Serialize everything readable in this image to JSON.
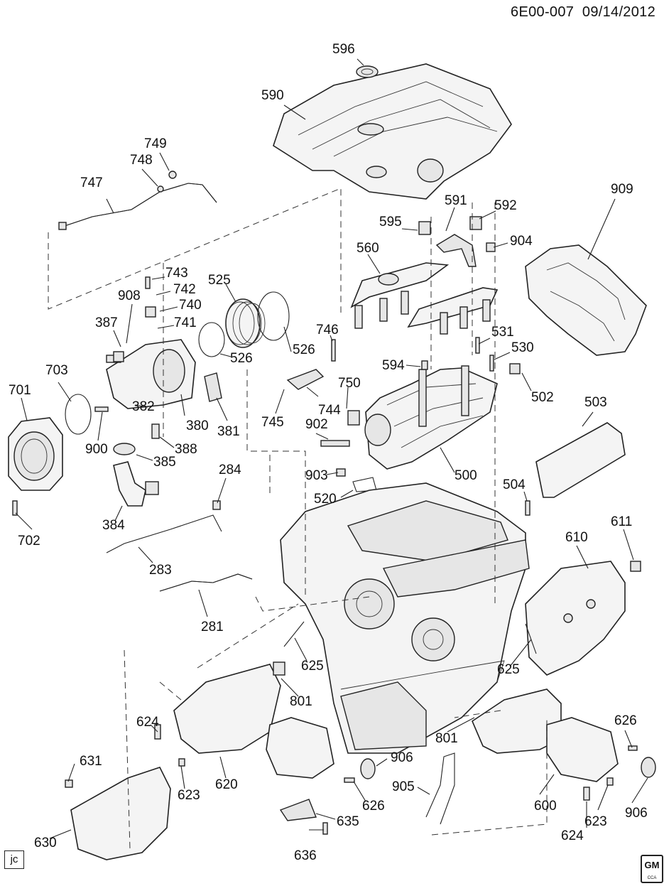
{
  "diagram_id": "6E00-007",
  "date": "09/14/2012",
  "corner_tag": "jc",
  "logo": {
    "text": "GM",
    "sub": "CCA"
  },
  "callouts": [
    "596",
    "590",
    "749",
    "748",
    "747",
    "595",
    "591",
    "592",
    "904",
    "909",
    "560",
    "743",
    "742",
    "908",
    "740",
    "525",
    "387",
    "741",
    "746",
    "526",
    "526",
    "531",
    "530",
    "594",
    "502",
    "703",
    "701",
    "382",
    "380",
    "381",
    "750",
    "745",
    "744",
    "900",
    "388",
    "902",
    "385",
    "503",
    "903",
    "500",
    "520",
    "504",
    "284",
    "611",
    "610",
    "384",
    "702",
    "283",
    "281",
    "625",
    "625",
    "801",
    "801",
    "624",
    "626",
    "631",
    "623",
    "620",
    "906",
    "906",
    "905",
    "626",
    "600",
    "630",
    "635",
    "624",
    "623",
    "636"
  ]
}
